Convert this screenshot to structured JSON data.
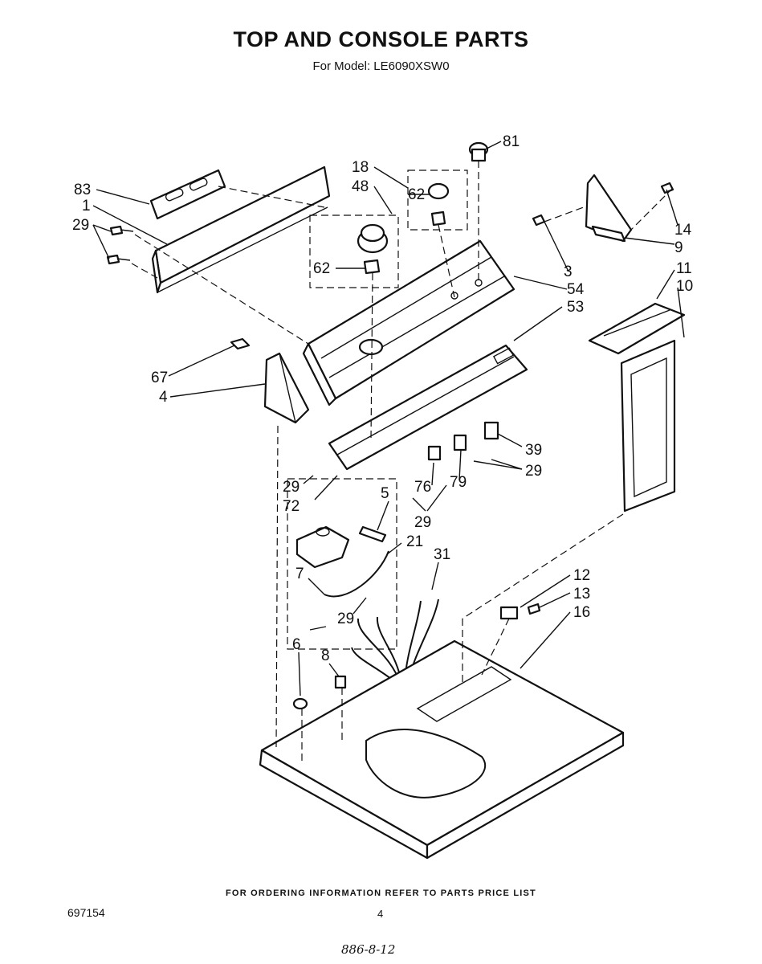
{
  "title": "TOP AND CONSOLE PARTS",
  "subtitle": "For Model: LE6090XSW0",
  "footer_note": "FOR ORDERING INFORMATION REFER TO PARTS PRICE LIST",
  "doc_number": "697154",
  "page_number": "4",
  "handwritten_note": "886-8-12",
  "callouts": {
    "c83": "83",
    "c1": "1",
    "c29a": "29",
    "c18": "18",
    "c48": "48",
    "c62a": "62",
    "c62b": "62",
    "c81": "81",
    "c14": "14",
    "c9": "9",
    "c3": "3",
    "c54": "54",
    "c53": "53",
    "c11": "11",
    "c10": "10",
    "c67": "67",
    "c4": "4",
    "c39": "39",
    "c29b": "29",
    "c29c": "29",
    "c72": "72",
    "c76": "76",
    "c79": "79",
    "c29d": "29",
    "c5": "5",
    "c21": "21",
    "c31": "31",
    "c7": "7",
    "c29e": "29",
    "c12": "12",
    "c13": "13",
    "c16": "16",
    "c6": "6",
    "c8": "8"
  }
}
